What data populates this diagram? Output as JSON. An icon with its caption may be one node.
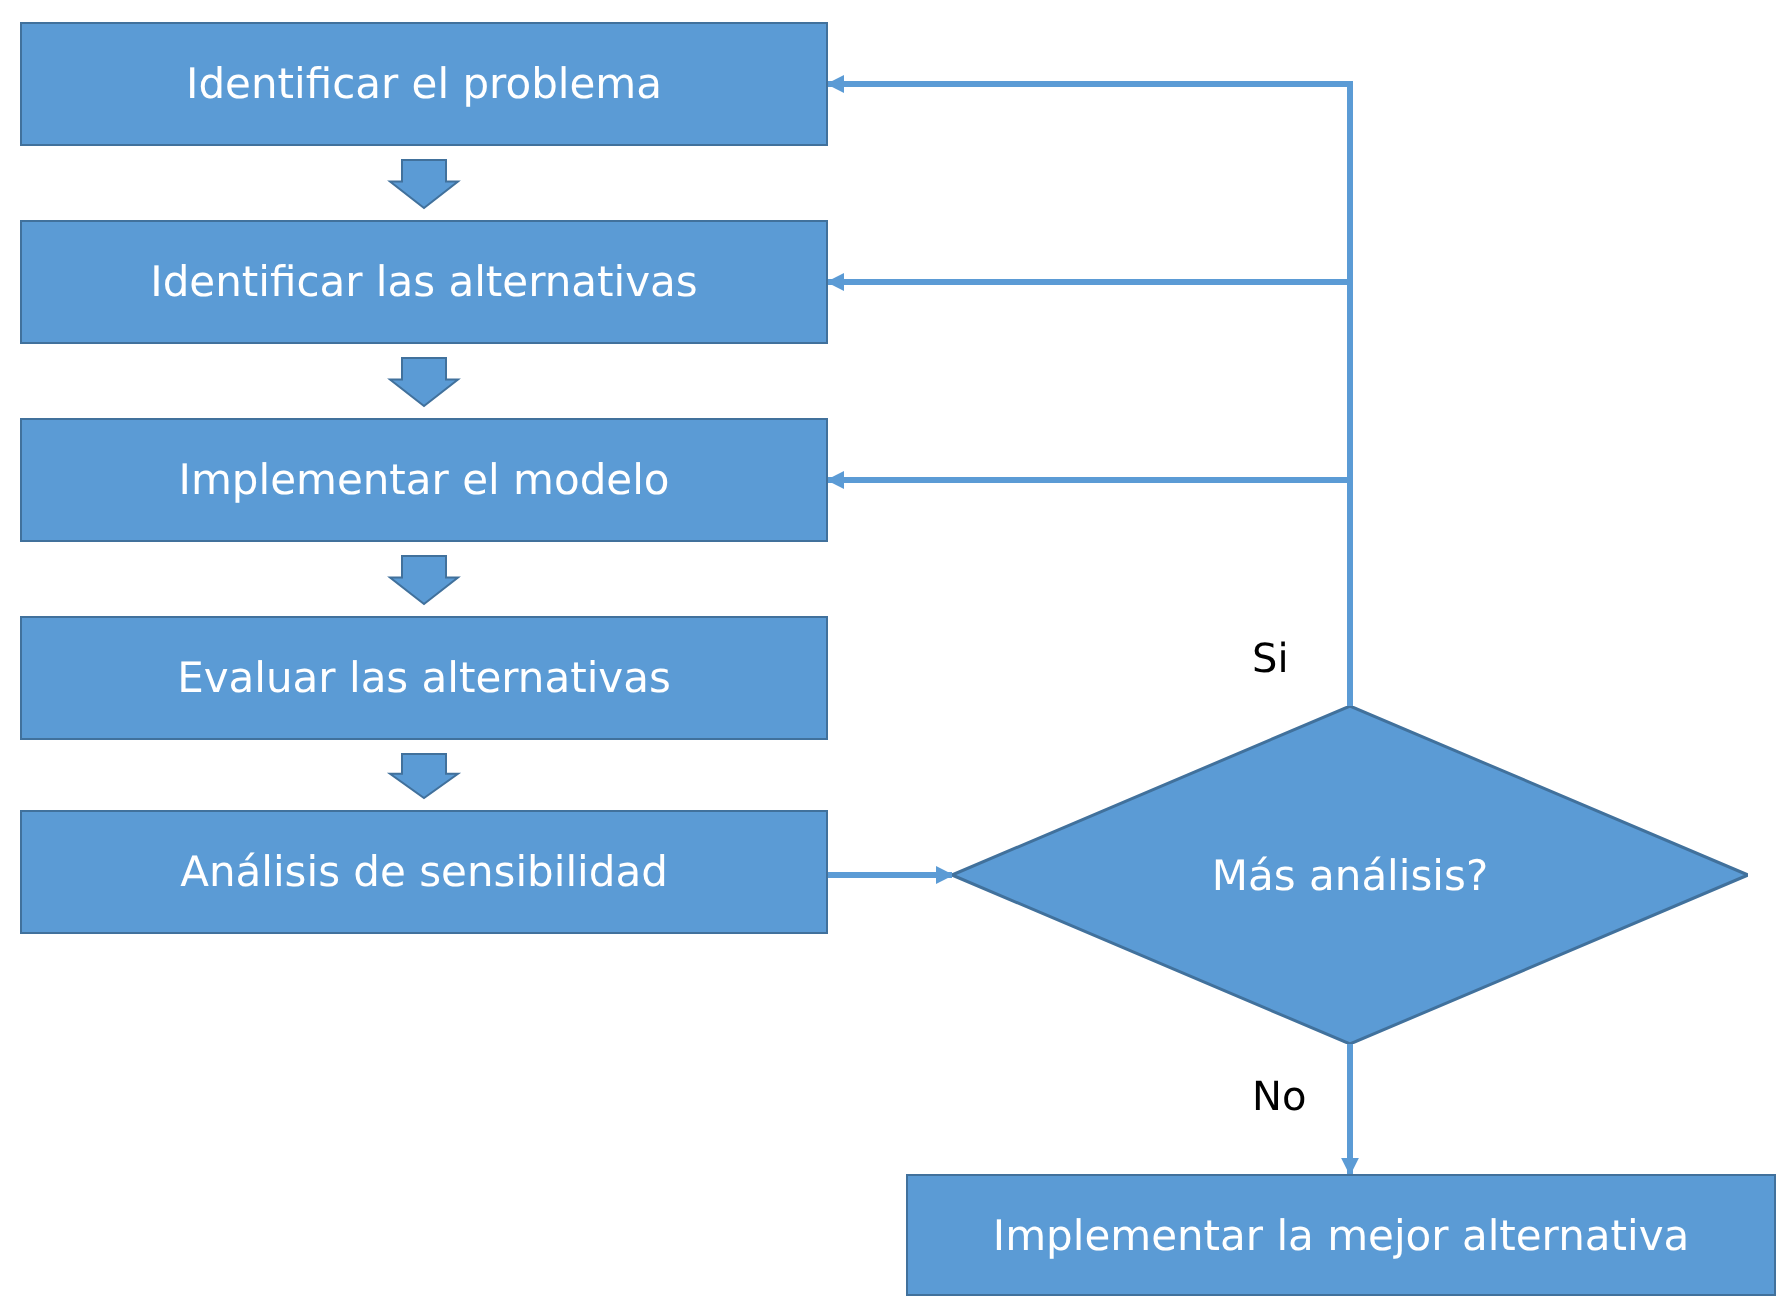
{
  "diagram": {
    "nodes": [
      {
        "text": [
          "Identificar el problema"
        ]
      },
      {
        "text": [
          "Identificar las alternativas"
        ]
      },
      {
        "text": [
          "Implementar el modelo"
        ]
      },
      {
        "text": [
          "Evaluar las alternativas"
        ]
      },
      {
        "text": [
          "Análisis de sensibilidad"
        ]
      },
      {
        "text": [
          "Más análisis?"
        ]
      },
      {
        "text": [
          "Implementar la mejor alternativa"
        ]
      }
    ],
    "edges": [
      {
        "from": 0,
        "to": 1,
        "arrow": "to",
        "style": "thick"
      },
      {
        "from": 1,
        "to": 2,
        "arrow": "to",
        "style": "thick"
      },
      {
        "from": 2,
        "to": 3,
        "arrow": "to",
        "style": "thick"
      },
      {
        "from": 3,
        "to": 4,
        "arrow": "to",
        "style": "thick"
      },
      {
        "from": 4,
        "to": 5,
        "arrow": "to"
      },
      {
        "from": 5,
        "to": 0,
        "arrow": "to"
      },
      {
        "from": 5,
        "to": 1,
        "arrow": "to"
      },
      {
        "from": 5,
        "to": 2,
        "arrow": "to",
        "label": "Si"
      },
      {
        "from": 5,
        "to": 6,
        "arrow": "to",
        "label": "No"
      }
    ]
  }
}
